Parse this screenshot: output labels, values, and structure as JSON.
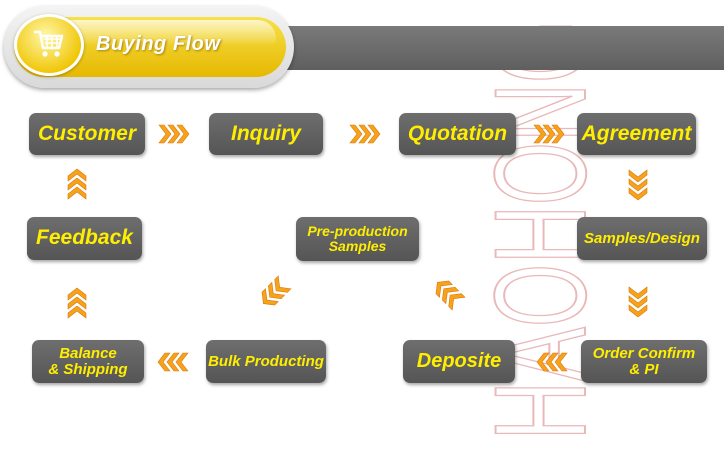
{
  "header": {
    "title": "Buying Flow",
    "icon": "shopping-cart-icon"
  },
  "watermark": {
    "text": "HAOHONG",
    "color": "#e9b8b8"
  },
  "colors": {
    "box": "#5f5f5f",
    "box_text": "#ffee00",
    "arrow": "#f7a21b",
    "header_yellow": "#f2d21a",
    "header_bar": "#6b6b6b"
  },
  "steps": {
    "customer": "Customer",
    "inquiry": "Inquiry",
    "quotation": "Quotation",
    "agreement": "Agreement",
    "samples_design": "Samples/Design",
    "order_confirm": "Order Confirm\n& PI",
    "deposite": "Deposite",
    "preproduction": "Pre-production\nSamples",
    "bulk": "Bulk Producting",
    "balance": "Balance\n& Shipping",
    "feedback": "Feedback"
  }
}
